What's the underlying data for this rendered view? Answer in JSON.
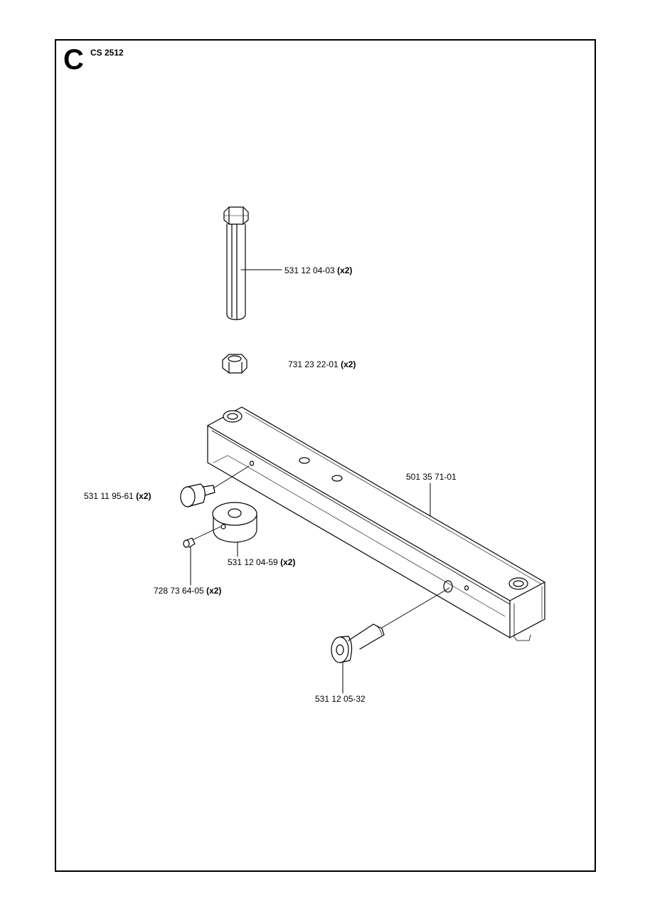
{
  "header": {
    "section_letter": "C",
    "model": "CS 2512"
  },
  "parts": [
    {
      "id": "bolt",
      "number": "531 12 04-03",
      "qty": "(x2)"
    },
    {
      "id": "nut",
      "number": "731 23 22-01",
      "qty": "(x2)"
    },
    {
      "id": "beam",
      "number": "501 35 71-01",
      "qty": ""
    },
    {
      "id": "knob",
      "number": "531 11 95-61",
      "qty": "(x2)"
    },
    {
      "id": "collar",
      "number": "531 12 04-59",
      "qty": "(x2)"
    },
    {
      "id": "setscrew",
      "number": "728 73 64-05",
      "qty": "(x2)"
    },
    {
      "id": "pin",
      "number": "531 12 05-32",
      "qty": ""
    }
  ]
}
